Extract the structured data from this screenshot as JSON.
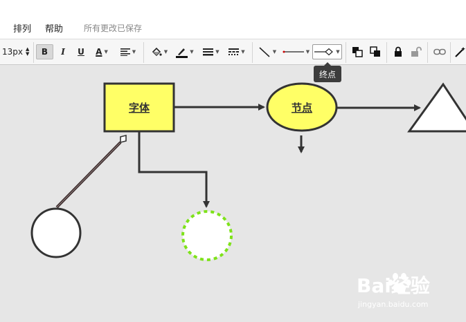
{
  "menubar": {
    "items": [
      {
        "label": "排列"
      },
      {
        "label": "帮助"
      }
    ],
    "save_status": "所有更改已保存"
  },
  "toolbar": {
    "font_size": "13px",
    "bold_label": "B",
    "italic_label": "I",
    "underline_label": "U",
    "font_color_label": "A",
    "tooltip": "终点"
  },
  "canvas": {
    "shapes": [
      {
        "type": "rectangle",
        "label": "字体",
        "fill": "#ffff66"
      },
      {
        "type": "ellipse",
        "label": "节点",
        "fill": "#ffff66"
      },
      {
        "type": "triangle",
        "fill": "#ffffff"
      },
      {
        "type": "circle",
        "fill": "#ffffff"
      },
      {
        "type": "circle-dashed",
        "fill": "#ffffff",
        "stroke": "#7ee21a"
      }
    ]
  },
  "watermark": {
    "text": "Bai经验",
    "url": "jingyan.baidu.com"
  },
  "colors": {
    "accent_yellow": "#ffff66",
    "selection_green": "#7ee21a",
    "stroke": "#333333"
  }
}
